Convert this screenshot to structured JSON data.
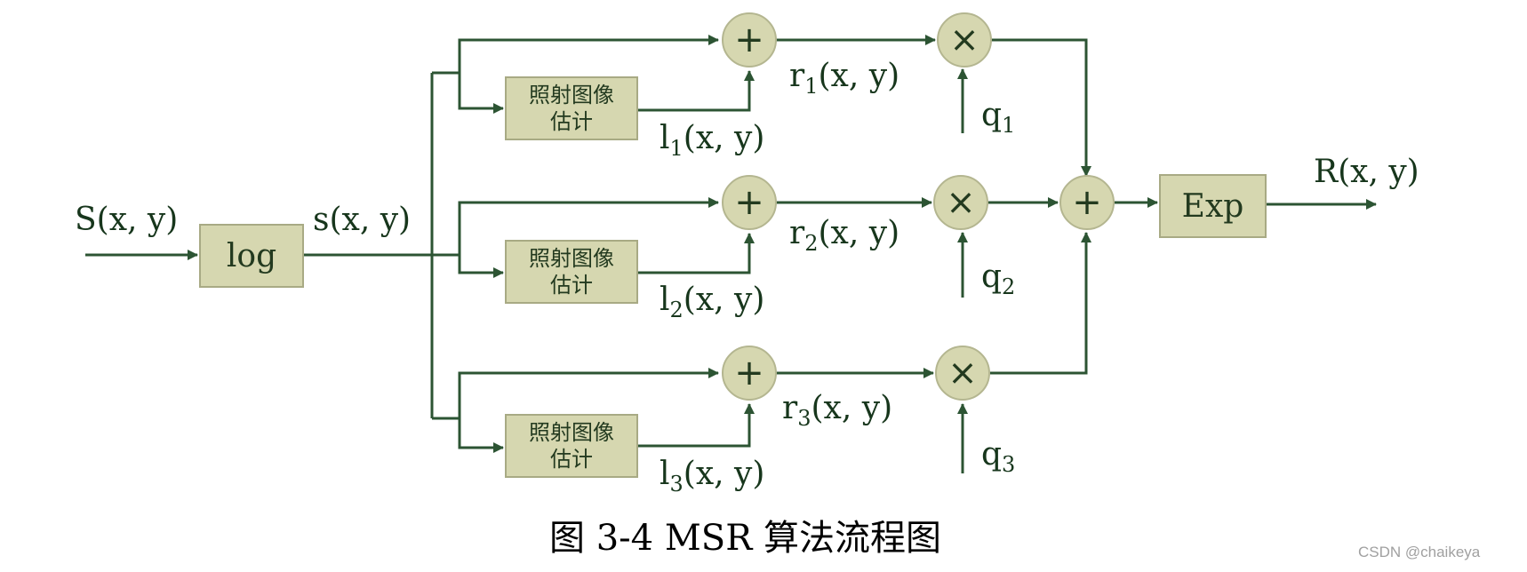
{
  "labels": {
    "input": "S(x, y)",
    "log_out": "s(x, y)",
    "output": "R(x, y)",
    "r1": "r",
    "r1_sub": "1",
    "r1_tail": "(x, y)",
    "r2": "r",
    "r2_sub": "2",
    "r2_tail": "(x, y)",
    "r3": "r",
    "r3_sub": "3",
    "r3_tail": "(x, y)",
    "l1": "l",
    "l1_sub": "1",
    "l1_tail": "(x, y)",
    "l2": "l",
    "l2_sub": "2",
    "l2_tail": "(x, y)",
    "l3": "l",
    "l3_sub": "3",
    "l3_tail": "(x, y)",
    "q1": "q",
    "q1_sub": "1",
    "q2": "q",
    "q2_sub": "2",
    "q3": "q",
    "q3_sub": "3"
  },
  "blocks": {
    "log": "log",
    "exp": "Exp",
    "estimate_line1": "照射图像",
    "estimate_line2": "估计"
  },
  "operators": {
    "add": "+",
    "multiply": "×"
  },
  "caption": "图 3-4 MSR 算法流程图",
  "watermark": "CSDN @chaikeya",
  "colors": {
    "line": "#2c5433",
    "block_fill": "#d6d7b0",
    "text": "#17361c"
  }
}
